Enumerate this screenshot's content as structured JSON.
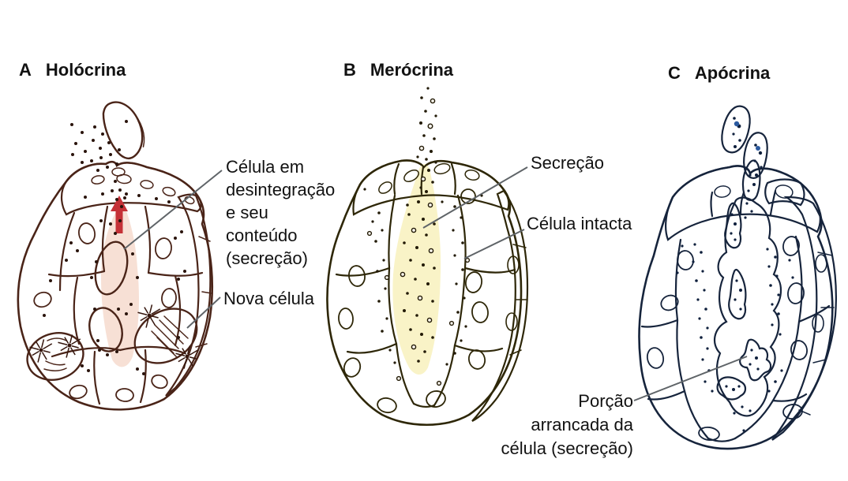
{
  "panels": [
    {
      "letter": "A",
      "title": "Holócrina",
      "labels": [
        {
          "id": "disintegrating-cell",
          "lines": [
            "Célula em",
            "desintegração",
            "e seu",
            "conteúdo",
            "(secreção)"
          ]
        },
        {
          "id": "new-cell",
          "lines": [
            "Nova célula"
          ]
        }
      ]
    },
    {
      "letter": "B",
      "title": "Merócrina",
      "labels": [
        {
          "id": "secretion",
          "lines": [
            "Secreção"
          ]
        },
        {
          "id": "intact-cell",
          "lines": [
            "Célula intacta"
          ]
        }
      ]
    },
    {
      "letter": "C",
      "title": "Apócrina",
      "labels": [
        {
          "id": "torn-portion",
          "lines": [
            "Porção",
            "arrancada da",
            "célula (secreção)"
          ]
        }
      ]
    }
  ],
  "colors": {
    "background": "#ffffff",
    "text": "#121212",
    "leader": "#5f6468",
    "holo-cell": "#EBA98D",
    "holo-cell-light": "#F6D7C9",
    "holo-cell-side": "#D88E6F",
    "holo-lumen": "#F7E0D5",
    "holo-nucleus": "#DF7B4E",
    "holo-blob": "#E39B7B",
    "holo-blob-dark": "#D98B66",
    "holo-mitotic": "#F3DCD1",
    "holo-outline": "#4A2418",
    "holo-arrow": "#C53137",
    "holo-dot": "#2A140C",
    "mero-cell": "#E3C94D",
    "mero-cell-light": "#F2E9A9",
    "mero-cell-side": "#C9A52F",
    "mero-lumen": "#F9F3C7",
    "mero-nucleus": "#D0A62F",
    "mero-outline": "#2E2708",
    "mero-dot": "#221A06",
    "apo-cell": "#94B9E2",
    "apo-cell-light": "#EBF3FB",
    "apo-cell-side": "#79A4D8",
    "apo-lumen": "#F3F8FD",
    "apo-nucleus": "#4B82C8",
    "apo-blob": "#A8C8EA",
    "apo-blob-spot": "#2B5AA0",
    "apo-outline": "#16243C",
    "apo-dot": "#0E1F3C"
  }
}
